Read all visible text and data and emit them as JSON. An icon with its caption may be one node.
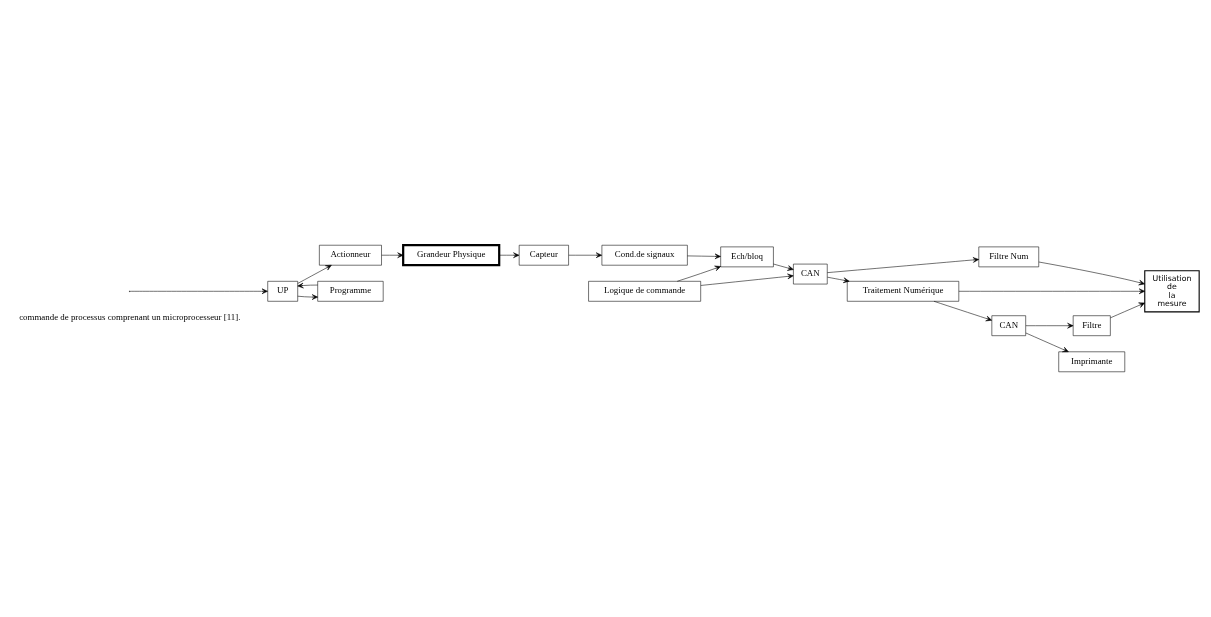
{
  "diagram": {
    "nodes": [
      {
        "text": [
          "Grandeur Physique"
        ]
      },
      {
        "text": [
          "Capteur"
        ]
      },
      {
        "text": [
          "Cond.de signaux"
        ]
      },
      {
        "text": [
          "Ech/bloq"
        ]
      },
      {
        "text": [
          "CAN"
        ]
      },
      {
        "text": [
          "Filtre Num"
        ]
      },
      {
        "text": [
          "Utilisation de la mesure"
        ]
      },
      {
        "text": [
          "Traitement Numérique"
        ]
      },
      {
        "text": [
          "Logique de commande"
        ]
      },
      {
        "text": [
          "CAN"
        ]
      },
      {
        "text": [
          "Filtre"
        ]
      },
      {
        "text": [
          "Imprimante"
        ]
      },
      {
        "text": [
          "Actionneur"
        ]
      },
      {
        "text": [
          "UP"
        ]
      },
      {
        "text": [
          "Programme"
        ]
      }
    ],
    "edges": [
      {
        "from": 0,
        "to": 1,
        "arrow": "to"
      },
      {
        "from": 1,
        "to": 2,
        "arrow": "to"
      },
      {
        "from": 2,
        "to": 3,
        "arrow": "to"
      },
      {
        "from": 3,
        "to": 4,
        "arrow": "to"
      },
      {
        "from": 4,
        "to": 5,
        "arrow": "to"
      },
      {
        "from": 4,
        "to": 7,
        "arrow": "to"
      },
      {
        "from": 5,
        "to": 6,
        "arrow": "to"
      },
      {
        "from": 7,
        "to": 6,
        "arrow": "to"
      },
      {
        "from": 8,
        "to": 3,
        "arrow": "to"
      },
      {
        "from": 8,
        "to": 4,
        "arrow": "to"
      },
      {
        "from": null,
        "to": 13,
        "arrow": "to"
      },
      {
        "from": 7,
        "to": 9,
        "arrow": "to"
      },
      {
        "from": 9,
        "to": 10,
        "arrow": "to"
      },
      {
        "from": 10,
        "to": 6,
        "arrow": "to"
      },
      {
        "from": 9,
        "to": 11,
        "arrow": "to"
      },
      {
        "from": 13,
        "to": 12,
        "arrow": "to"
      },
      {
        "from": 13,
        "to": 14,
        "arrow": "to"
      },
      {
        "from": 14,
        "to": 13,
        "arrow": "to"
      },
      {
        "from": 12,
        "to": 0,
        "arrow": "to"
      }
    ],
    "labels": [
      "commande de processus comprenant un microprocesseur [11]."
    ]
  }
}
